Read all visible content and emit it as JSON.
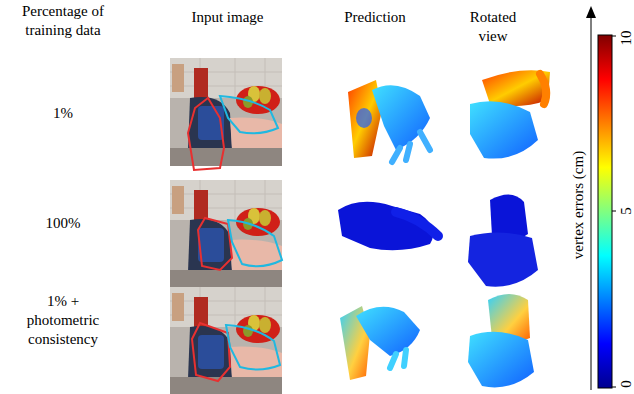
{
  "diagram": {
    "labels": [
      "Percentage of training data",
      "Input image",
      "Prediction",
      "Rotated view",
      "1%",
      "100%",
      "1% + photometric consistency",
      "vertex errors (cm)",
      "10",
      "5",
      "0"
    ]
  }
}
